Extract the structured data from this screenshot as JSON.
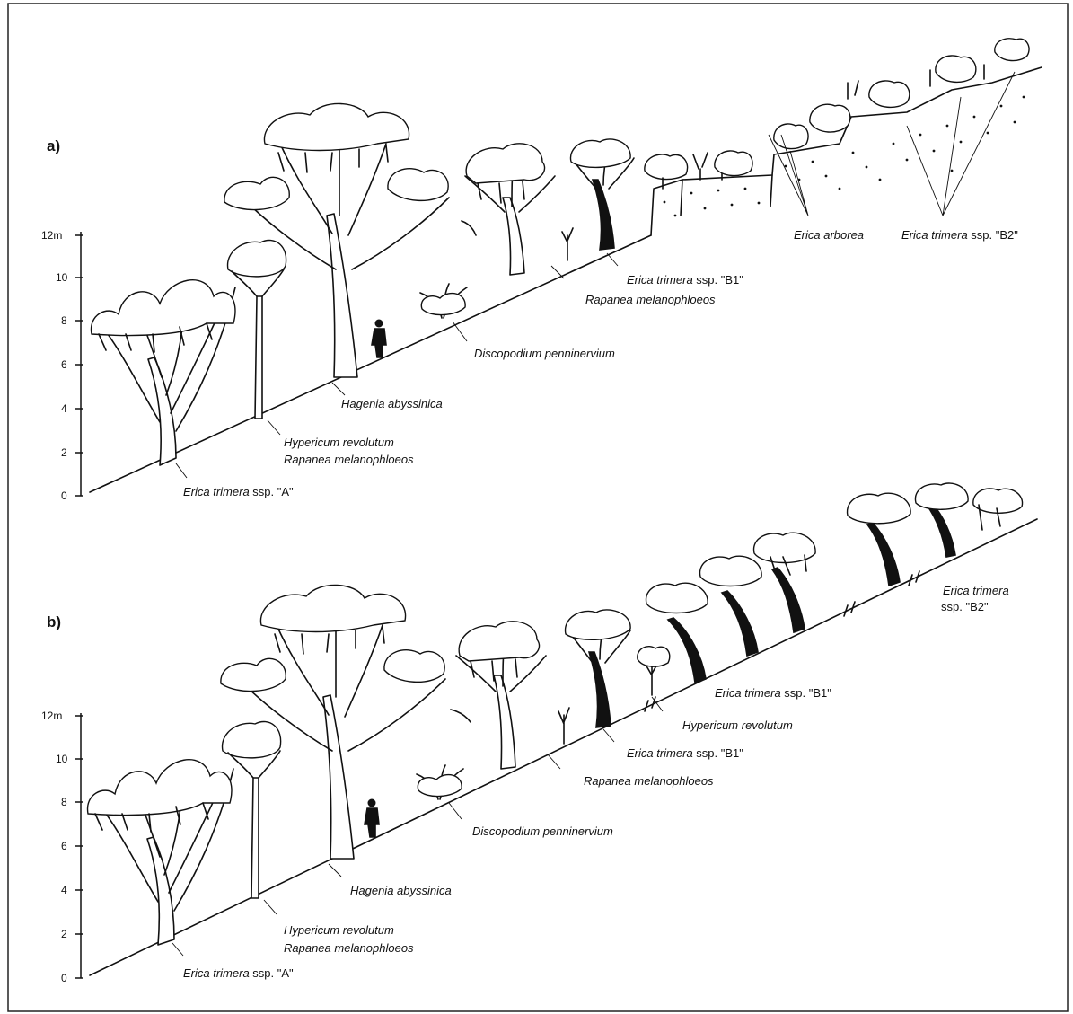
{
  "panels": [
    {
      "letter": "a)",
      "axis_top_label": "12m",
      "ticks": [
        "12m",
        "10",
        "8",
        "6",
        "4",
        "2",
        "0"
      ],
      "labels": [
        {
          "id": "erica-a",
          "text": "Erica trimera",
          "suffix": " ssp. \"A\""
        },
        {
          "id": "hypericum",
          "text": "Hypericum revolutum"
        },
        {
          "id": "rapanea-1",
          "text": "Rapanea melanophloeos"
        },
        {
          "id": "hagenia",
          "text": "Hagenia abyssinica"
        },
        {
          "id": "discopodium",
          "text": "Discopodium penninervium"
        },
        {
          "id": "rapanea-2",
          "text": "Rapanea melanophloeos"
        },
        {
          "id": "erica-b1",
          "text": "Erica trimera",
          "suffix": " ssp. \"B1\""
        },
        {
          "id": "erica-arborea",
          "text": "Erica arborea"
        },
        {
          "id": "erica-b2",
          "text": "Erica trimera",
          "suffix": " ssp. \"B2\""
        }
      ]
    },
    {
      "letter": "b)",
      "ticks": [
        "12m",
        "10",
        "8",
        "6",
        "4",
        "2",
        "0"
      ],
      "labels": [
        {
          "id": "erica-a",
          "text": "Erica trimera",
          "suffix": " ssp. \"A\""
        },
        {
          "id": "hypericum",
          "text": "Hypericum revolutum"
        },
        {
          "id": "rapanea-1",
          "text": "Rapanea melanophloeos"
        },
        {
          "id": "hagenia",
          "text": "Hagenia abyssinica"
        },
        {
          "id": "discopodium",
          "text": "Discopodium penninervium"
        },
        {
          "id": "rapanea-2",
          "text": "Rapanea melanophloeos"
        },
        {
          "id": "erica-b1-low",
          "text": "Erica trimera",
          "suffix": " ssp. \"B1\""
        },
        {
          "id": "hypericum-2",
          "text": "Hypericum revolutum"
        },
        {
          "id": "erica-b1-high",
          "text": "Erica trimera",
          "suffix": " ssp. \"B1\""
        },
        {
          "id": "erica-b2-line1",
          "text": "Erica trimera"
        },
        {
          "id": "erica-b2-line2",
          "text": "ssp. \"B2\""
        }
      ]
    }
  ]
}
